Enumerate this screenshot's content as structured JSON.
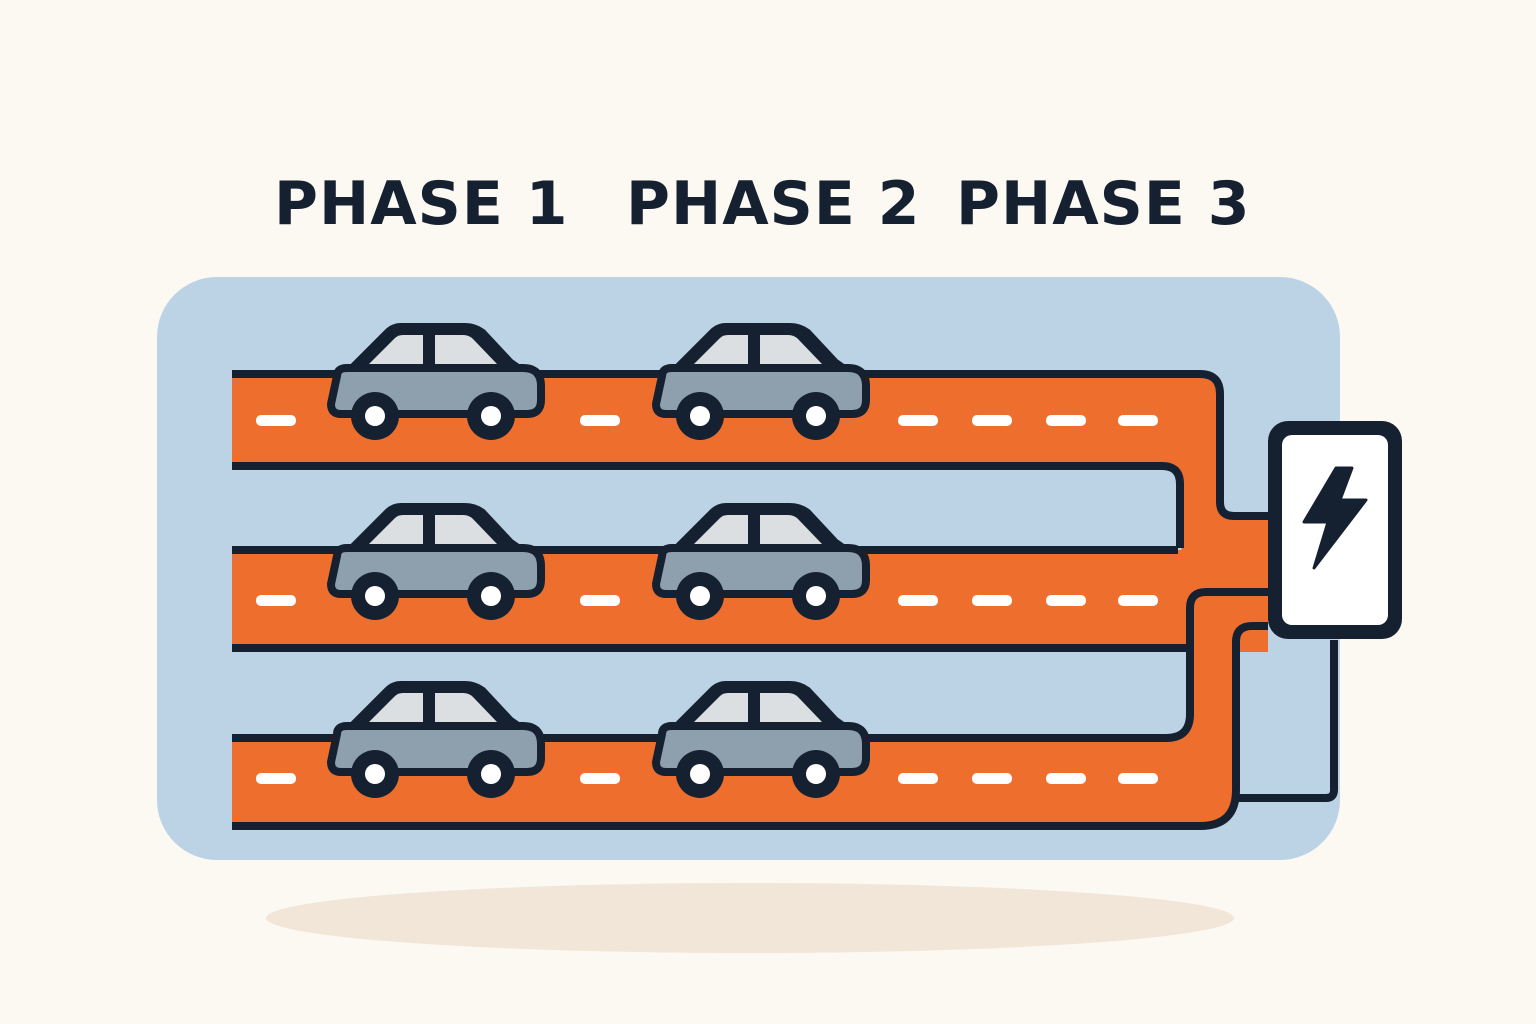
{
  "phases": [
    {
      "label": "PHASE 1"
    },
    {
      "label": "PHASE 2"
    },
    {
      "label": "PHASE 3"
    }
  ],
  "lanes": [
    {
      "cars": 2
    },
    {
      "cars": 2
    },
    {
      "cars": 2
    }
  ],
  "charger": {
    "icon": "lightning-bolt-icon"
  },
  "colors": {
    "background": "#fcf9f3",
    "panel": "#bcd3e6",
    "road": "#ee6e2e",
    "outline": "#152130",
    "car_body": "#8e9fae",
    "window": "#dcdfe1",
    "shadow": "#f1e6d8"
  }
}
